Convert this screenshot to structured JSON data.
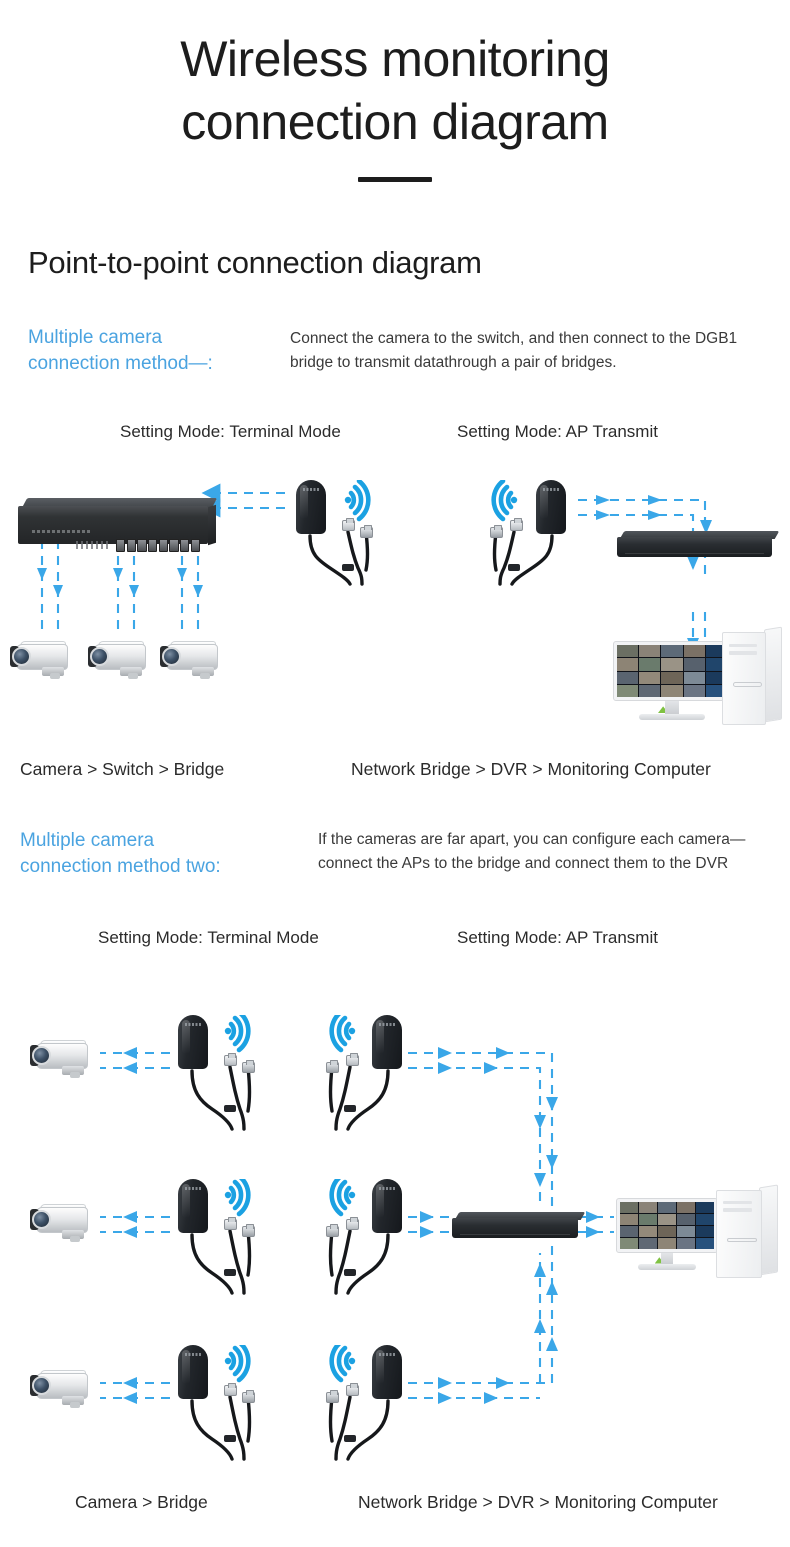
{
  "header": {
    "title_line1": "Wireless monitoring",
    "title_line2": "connection diagram",
    "section_title": "Point-to-point connection diagram"
  },
  "colors": {
    "accent_blue": "#4aa3e0",
    "arrow_blue": "#3aa7e8",
    "wifi_blue": "#1ba1e2",
    "text_dark": "#1d1d1d"
  },
  "method_one": {
    "label_line1": "Multiple camera",
    "label_line2": "connection method—:",
    "description": "Connect the camera to the switch, and then connect to the DGB1 bridge to transmit datathrough a pair of bridges.",
    "mode_left": "Setting Mode: Terminal Mode",
    "mode_right": "Setting Mode: AP Transmit",
    "caption_left": "Camera > Switch > Bridge",
    "caption_right": "Network Bridge > DVR > Monitoring Computer",
    "devices": {
      "switch": "network-switch",
      "cameras": 3,
      "bridge_terminal": "bridge-terminal-mode",
      "bridge_ap": "bridge-ap-transmit",
      "dvr": "dvr-recorder",
      "monitor": "monitoring-computer",
      "pc": "pc-tower"
    }
  },
  "method_two": {
    "label_line1": "Multiple camera",
    "label_line2": "connection method two:",
    "description": "If the cameras are far apart, you can configure each camera—connect the APs to the bridge and connect them to the DVR",
    "mode_left": "Setting Mode: Terminal Mode",
    "mode_right": "Setting Mode: AP Transmit",
    "caption_left": "Camera > Bridge",
    "caption_right": "Network Bridge > DVR > Monitoring Computer",
    "rows": 3,
    "devices": {
      "cameras": 3,
      "bridge_terminal": "bridge-terminal-mode",
      "bridge_ap": "bridge-ap-transmit",
      "dvr": "dvr-recorder",
      "monitor": "monitoring-computer",
      "pc": "pc-tower"
    }
  }
}
